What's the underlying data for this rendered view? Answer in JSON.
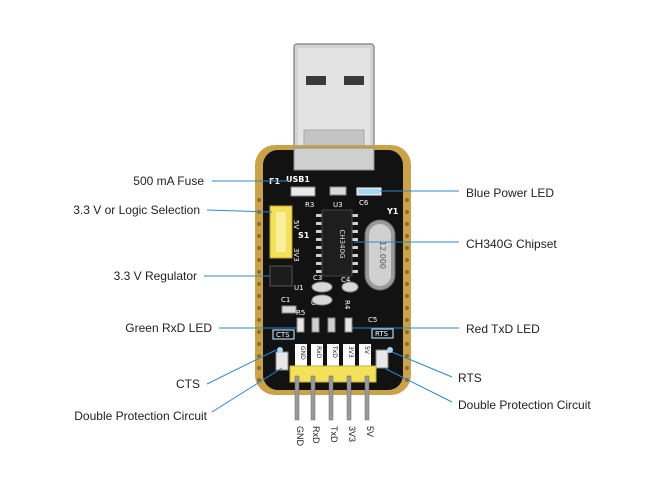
{
  "callouts_left": {
    "fuse": "500 mA Fuse",
    "logic": "3.3 V or  Logic Selection",
    "regulator": "3.3 V Regulator",
    "green_led": "Green RxD LED",
    "cts": "CTS",
    "protection": "Double Protection Circuit"
  },
  "callouts_right": {
    "blue_led": "Blue Power LED",
    "chipset": "CH340G Chipset",
    "red_led": "Red TxD LED",
    "rts": "RTS",
    "protection": "Double Protection Circuit"
  },
  "pins": [
    "GND",
    "RxD",
    "TxD",
    "3V3",
    "5V"
  ],
  "board": {
    "usb": "USB1",
    "f1": "F1",
    "r3": "R3",
    "u3": "U3",
    "c6": "C6",
    "y1": "Y1",
    "s1": "S1",
    "sel_5v": "5V",
    "sel_3v3": "3V3",
    "u1": "U1",
    "c3": "C3",
    "c2": "C2",
    "c1": "C1",
    "c4": "C4",
    "r4": "R4",
    "c5": "C5",
    "r5": "R5",
    "cts": "CTS",
    "rts": "RTS",
    "chip": "CH340G",
    "crystal": "12.000",
    "pin_gnd": "GND",
    "pin_rxd": "RxD",
    "pin_txd": "TxD",
    "pin_3v3": "3V3",
    "pin_5v": "5V"
  },
  "colors": {
    "pcb": "#121212",
    "gold": "#c9a24a",
    "usb_metal": "#d6d6d6",
    "header": "#f4e15a",
    "leader": "#2f88c9",
    "blue_led": "#a8d7f5"
  }
}
